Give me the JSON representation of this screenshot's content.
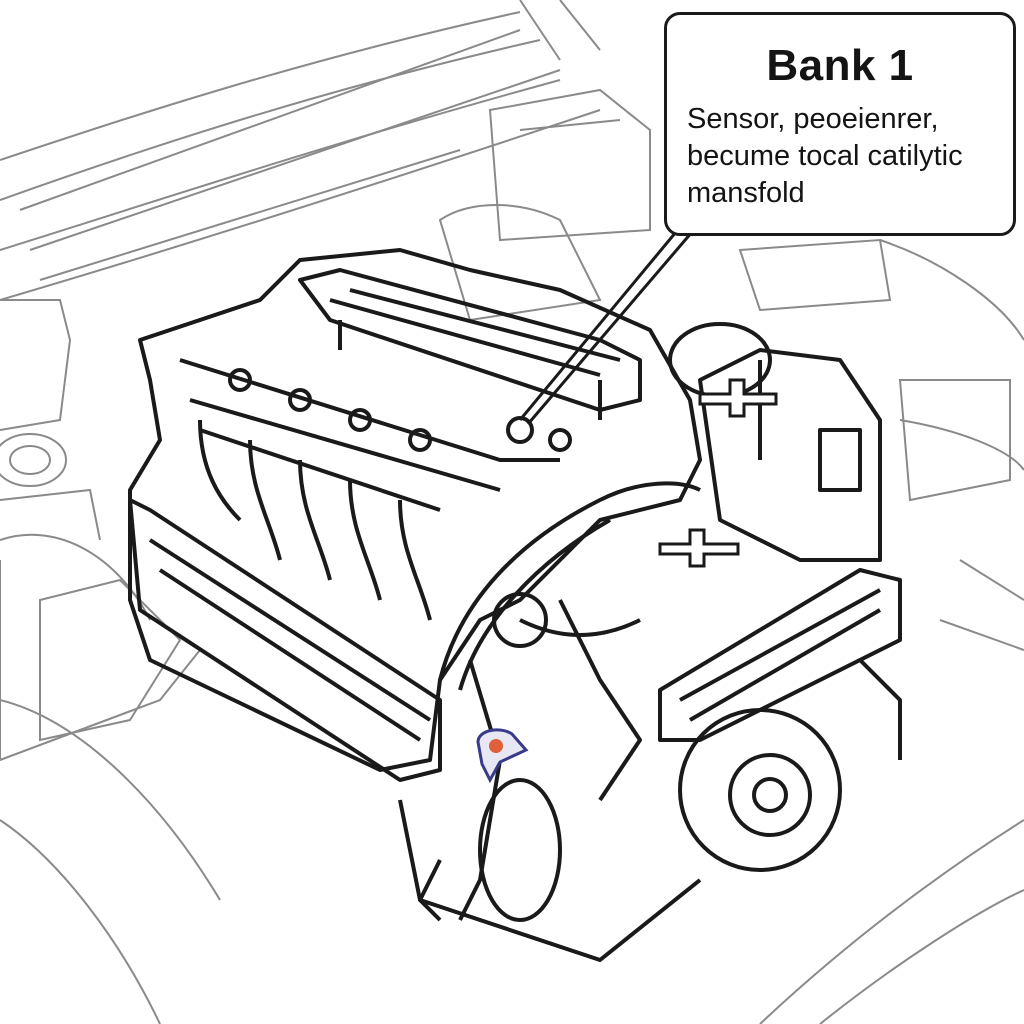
{
  "callout": {
    "title": "Bank 1",
    "lines": [
      "Sensor, peoeienrer,",
      "becume tocal catilytic",
      "mansfold"
    ]
  },
  "colors": {
    "line": "#1a1a1a",
    "light_line": "#8a8a8a",
    "sensor_dot": "#e0603a",
    "sensor_ring": "#3a3a8a",
    "background": "#ffffff"
  },
  "icons": {
    "callout_pointer": "leader-line-icon",
    "sensor_marker": "sensor-marker-icon",
    "plus_markers": [
      "plus-marker-icon",
      "plus-marker-icon"
    ]
  }
}
